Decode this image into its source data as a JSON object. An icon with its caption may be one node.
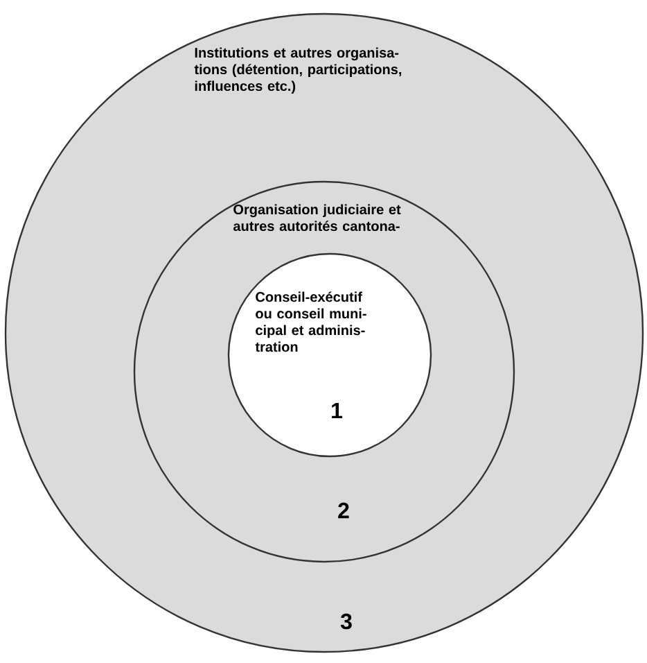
{
  "diagram": {
    "nodes": [
      {
        "text": [
          "Institutions et autres organisa- tions (détention, participations, influences etc.)",
          "3"
        ]
      },
      {
        "text": [
          "Organisation judiciaire et autres autorités cantona-",
          "2"
        ],
        "in": 0
      },
      {
        "text": [
          "Conseil-exécutif ou conseil muni- cipal et adminis- tration",
          "1"
        ],
        "in": 1
      }
    ]
  }
}
